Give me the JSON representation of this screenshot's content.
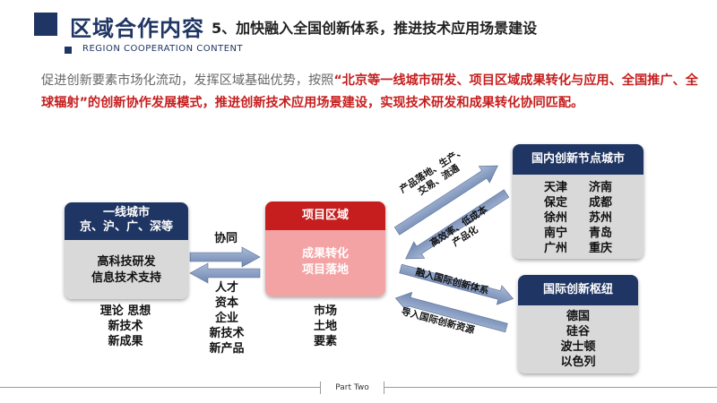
{
  "header": {
    "title": "区域合作内容",
    "subtitle": "5、加快融入全国创新体系，推进技术应用场景建设",
    "english": "REGION  COOPERATION CONTENT"
  },
  "intro": {
    "normal_start": "促进创新要素市场化流动，发挥区域基础优势，按照",
    "red_text": "“北京等一线城市研发、项目区域成果转化与应用、全国推广、全球辐射”的创新协作发展模式，推进创新技术应用场景建设，实现技术研发和成果转化协同匹配。"
  },
  "left_box": {
    "head_line1": "一线城市",
    "head_line2": "京、沪、广、深等",
    "body_line1": "高科技研发",
    "body_line2": "信息技术支持",
    "below": [
      "理论 思想",
      "新技术",
      "新成果"
    ]
  },
  "center_box": {
    "head": "项目区域",
    "body_line1": "成果转化",
    "body_line2": "项目落地",
    "below": [
      "市场",
      "土地",
      "要素"
    ]
  },
  "mid_arrow": {
    "label": "协同",
    "below": [
      "人才",
      "资本",
      "企业",
      "新技术",
      "新产品"
    ]
  },
  "domestic_box": {
    "head": "国内创新节点城市",
    "cities_left": [
      "天津",
      "保定",
      "徐州",
      "南宁",
      "广州"
    ],
    "cities_right": [
      "济南",
      "成都",
      "苏州",
      "青岛",
      "重庆"
    ]
  },
  "intl_box": {
    "head": "国际创新枢纽",
    "items": [
      "德国",
      "硅谷",
      "波士顿",
      "以色列"
    ]
  },
  "arrow_labels": {
    "up_line1": "产品落地、生产、",
    "up_line2": "交易、流通",
    "down_line1": "高效率、低成本",
    "down_line2": "产品化",
    "intl_up": "融入国际创新体系",
    "intl_down": "导入国际创新资源"
  },
  "footer": {
    "tab": "Part Two"
  },
  "colors": {
    "navy": "#1f3563",
    "red": "#c61e1e",
    "pink": "#f4a3a5",
    "gray": "#d9d9d9",
    "arrow_blue": "#8aa0c4"
  }
}
